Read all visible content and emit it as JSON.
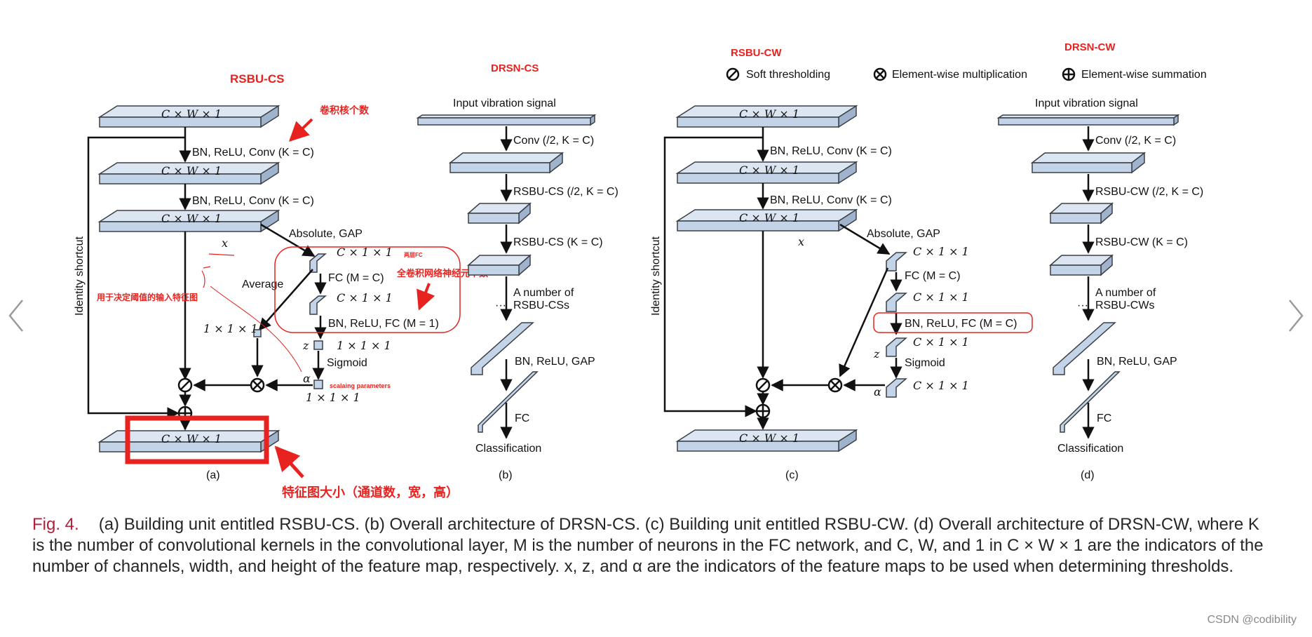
{
  "nav": {
    "prev_icon": "chevron-left-icon",
    "next_icon": "chevron-right-icon"
  },
  "colors": {
    "block_fill": "#c4d4e8",
    "block_edge": "#3a3f46",
    "annotation_red": "#e8231f",
    "caption_fig": "#b0203a"
  },
  "legend": {
    "soft_thresholding": "Soft thresholding",
    "element_multiplication": "Element-wise multiplication",
    "element_summation": "Element-wise summation"
  },
  "annotations": {
    "rsbu_cs_title": "RSBU-CS",
    "drsn_cs_title": "DRSN-CS",
    "rsbu_cw_title": "RSBU-CW",
    "drsn_cw_title": "DRSN-CW",
    "kernel_count": "卷积核个数",
    "two_layer_fc": "两层FC",
    "fc_neurons": "全卷积网络神经元个数",
    "threshold_input": "用于决定阈值的输入特征图",
    "scaling": "scalaing parameters",
    "feature_size": "特征图大小（通道数，宽，高）"
  },
  "panel_a": {
    "block": "C × W × 1",
    "bn_relu_conv": "BN, ReLU, Conv (K = C)",
    "abs_gap": "Absolute, GAP",
    "c11": "C × 1 × 1",
    "fc_m": "FC (M = C)",
    "bn_relu_fc": "BN, ReLU, FC (M = 1)",
    "one11": "1 × 1 × 1",
    "average": "Average",
    "sigmoid": "Sigmoid",
    "identity": "Identity shortcut",
    "x": "x",
    "z": "z",
    "alpha": "α",
    "label": "(a)"
  },
  "panel_b": {
    "input": "Input vibration signal",
    "conv": "Conv (/2, K = C)",
    "rsbu1": "RSBU-CS (/2, K = C)",
    "rsbu2": "RSBU-CS (K = C)",
    "many1": "A number of",
    "many2": "RSBU-CSs",
    "dots": "···",
    "bn_gap": "BN, ReLU, GAP",
    "fc": "FC",
    "cls": "Classification",
    "label": "(b)"
  },
  "panel_c": {
    "block": "C × W × 1",
    "bn_relu_conv": "BN, ReLU, Conv (K = C)",
    "abs_gap": "Absolute, GAP",
    "c11": "C × 1 × 1",
    "fc_m": "FC (M = C)",
    "bn_relu_fc": "BN, ReLU, FC (M = C)",
    "sigmoid": "Sigmoid",
    "identity": "Identity shortcut",
    "x": "x",
    "z": "z",
    "alpha": "α",
    "label": "(c)"
  },
  "panel_d": {
    "input": "Input vibration signal",
    "conv": "Conv (/2, K = C)",
    "rsbu1": "RSBU-CW (/2, K = C)",
    "rsbu2": "RSBU-CW (K = C)",
    "many1": "A number of",
    "many2": "RSBU-CWs",
    "dots": "···",
    "bn_gap": "BN, ReLU, GAP",
    "fc": "FC",
    "cls": "Classification",
    "label": "(d)"
  },
  "caption": {
    "fig": "Fig. 4.",
    "text": "(a) Building unit entitled RSBU-CS. (b) Overall architecture of DRSN-CS. (c) Building unit entitled RSBU-CW. (d) Overall architecture of DRSN-CW, where K is the number of convolutional kernels in the convolutional layer, M is the number of neurons in the FC network, and C, W, and 1 in C × W × 1 are the indicators of the number of channels, width, and height of the feature map, respectively. x, z, and α are the indicators of the feature maps to be used when determining thresholds."
  },
  "watermark": "CSDN @codibility"
}
